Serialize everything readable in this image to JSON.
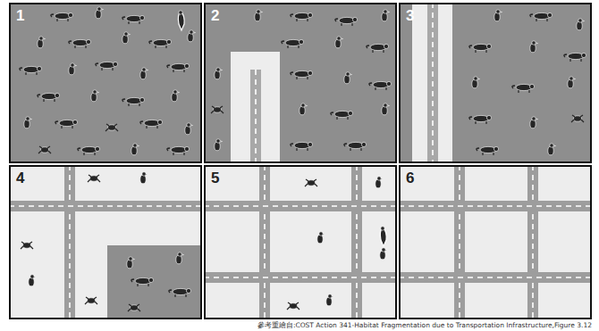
{
  "diagram": {
    "caption": "參考重繪自:COST Action 341-Habitat Fragmentation due to Transportation Infrastructure,Figure 3.12",
    "nodes": [
      {
        "text": [
          "1"
        ]
      },
      {
        "text": [
          "2"
        ]
      },
      {
        "text": [
          "3"
        ]
      },
      {
        "text": [
          "4"
        ]
      },
      {
        "text": [
          "5"
        ]
      },
      {
        "text": [
          "6"
        ]
      }
    ]
  }
}
